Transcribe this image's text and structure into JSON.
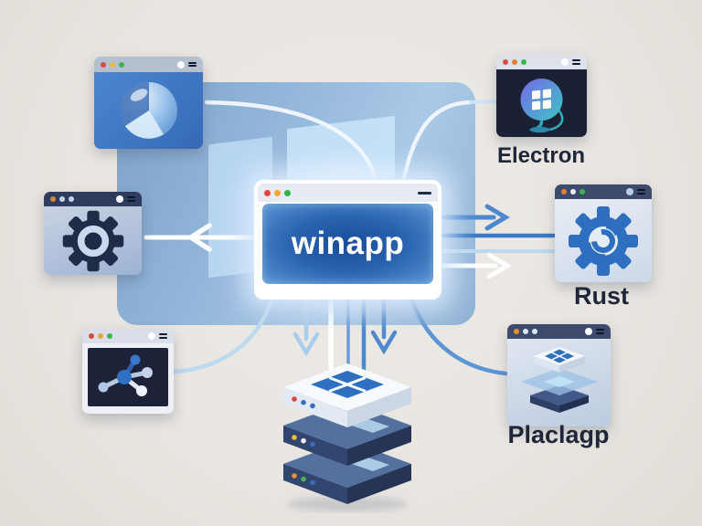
{
  "diagram": {
    "center": {
      "label": "winapp",
      "icon": "app-window"
    },
    "satellites": {
      "top_left": {
        "icon": "sphere-pie-icon"
      },
      "left": {
        "icon": "gear-dark-icon"
      },
      "bottom_left": {
        "icon": "molecule-icon"
      },
      "top_right": {
        "label": "Electron",
        "icon": "windows-globe-monitor-icon"
      },
      "right": {
        "label": "Rust",
        "icon": "gear-blue-icon"
      },
      "bottom_right": {
        "label": "Placlagp",
        "icon": "iso-layer-stack-icon"
      }
    },
    "server_stack": {
      "icon": "windows-server-stack-icon"
    },
    "watermark": "windows-flag",
    "colors": {
      "background": "#e9e6e1",
      "panel_blue": "#93b6da",
      "accent_blue": "#2e6fc0",
      "deep_navy": "#1c2338",
      "glow_white": "#f2f9ff"
    }
  }
}
